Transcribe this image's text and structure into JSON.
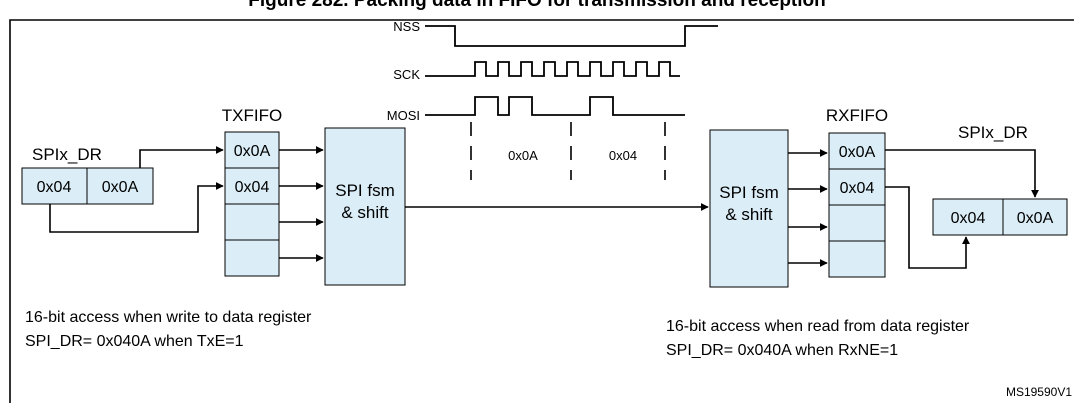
{
  "title": "Figure 282. Packing data in FIFO for transmission and reception",
  "signals": {
    "nss": "NSS",
    "sck": "SCK",
    "mosi": "MOSI",
    "mosi_byte_1": "0x0A",
    "mosi_byte_2": "0x04"
  },
  "tx": {
    "register_label": "SPIx_DR",
    "register_bytes": [
      "0x04",
      "0x0A"
    ],
    "fifo_label": "TXFIFO",
    "fifo_entries": [
      "0x0A",
      "0x04",
      "",
      ""
    ],
    "fsm_line1": "SPI fsm",
    "fsm_line2": "& shift",
    "note_line1": "16-bit access when write to data register",
    "note_line2": "SPI_DR= 0x040A when TxE=1"
  },
  "rx": {
    "register_label": "SPIx_DR",
    "register_bytes": [
      "0x04",
      "0x0A"
    ],
    "fifo_label": "RXFIFO",
    "fifo_entries": [
      "0x0A",
      "0x04",
      "",
      ""
    ],
    "fsm_line1": "SPI fsm",
    "fsm_line2": "& shift",
    "note_line1": "16-bit access when read from data register",
    "note_line2": "SPI_DR= 0x040A when RxNE=1"
  },
  "figure_id": "MS19590V1"
}
